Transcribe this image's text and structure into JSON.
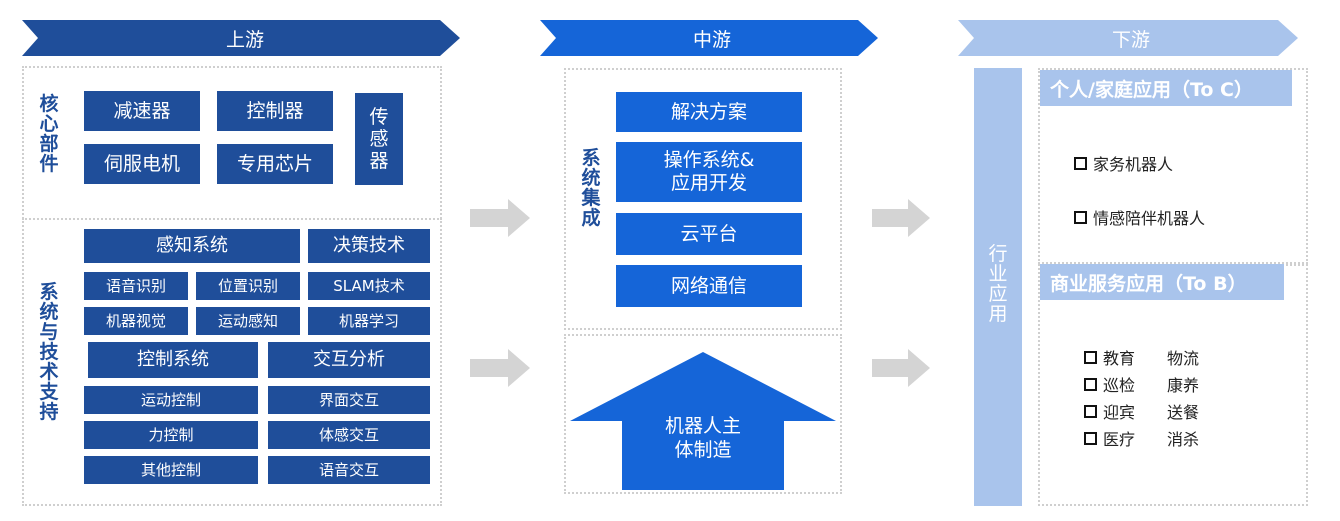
{
  "headers": {
    "upstream": "上游",
    "midstream": "中游",
    "downstream": "下游"
  },
  "colors": {
    "dark_blue": "#1f4e9a",
    "mid_blue": "#1565d8",
    "light_blue": "#a9c4ec",
    "arrow_gray": "#d4d4d4"
  },
  "upstream": {
    "core_label": "核心部件",
    "core_items": {
      "reducer": "减速器",
      "controller": "控制器",
      "sensor": "传感器",
      "servo": "伺服电机",
      "chip": "专用芯片"
    },
    "tech_label": "系统与技术支持",
    "perception": "感知系统",
    "decision": "决策技术",
    "speech_recog": "语音识别",
    "position_recog": "位置识别",
    "slam": "SLAM技术",
    "machine_vision": "机器视觉",
    "motion_sense": "运动感知",
    "machine_learning": "机器学习",
    "control_system": "控制系统",
    "interaction": "交互分析",
    "motion_control": "运动控制",
    "ui_interaction": "界面交互",
    "force_control": "力控制",
    "somatic_interaction": "体感交互",
    "other_control": "其他控制",
    "voice_interaction": "语音交互"
  },
  "midstream": {
    "integration_label": "系统集成",
    "solution": "解决方案",
    "os_dev_line1": "操作系统&",
    "os_dev_line2": "应用开发",
    "cloud": "云平台",
    "network": "网络通信",
    "manufacture_line1": "机器人主",
    "manufacture_line2": "体制造"
  },
  "downstream": {
    "industry_label": "行业应用",
    "toc_title": "个人/家庭应用（To C）",
    "toc_items": [
      "家务机器人",
      "情感陪伴机器人"
    ],
    "tob_title": "商业服务应用（To B）",
    "tob_items": [
      [
        "教育",
        "物流"
      ],
      [
        "巡检",
        "康养"
      ],
      [
        "迎宾",
        "送餐"
      ],
      [
        "医疗",
        "消杀"
      ]
    ]
  }
}
